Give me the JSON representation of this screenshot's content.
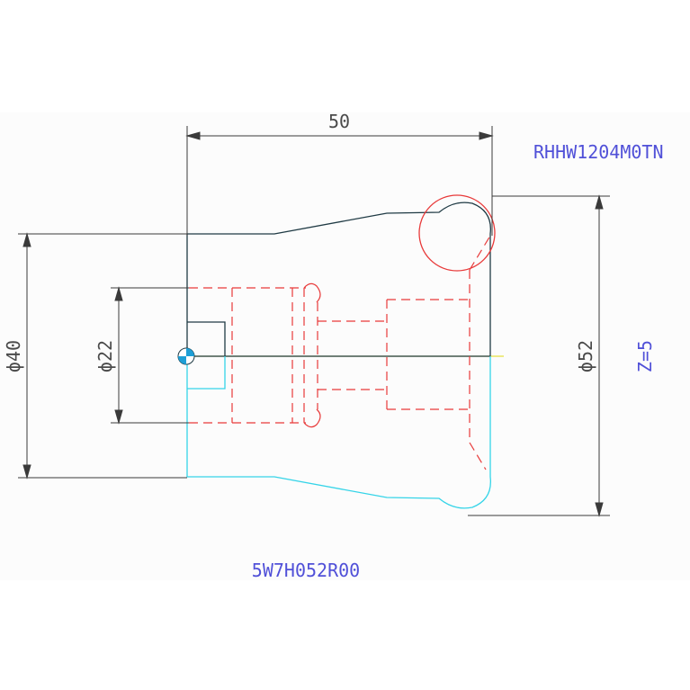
{
  "drawing": {
    "dimensions": {
      "length": "50",
      "diameter_outer": "ϕ40",
      "diameter_inner": "ϕ22",
      "diameter_cutter": "ϕ52"
    },
    "labels": {
      "insert_code": "RHHW1204M0TN",
      "teeth_count": "Z=5",
      "part_code": "5W7H052R00"
    },
    "colors": {
      "background_band": "#fefefe",
      "outline_dark": "#1f3a44",
      "outline_cyan": "#35d4e8",
      "hidden_red": "#e83a3a",
      "dimension": "#3a3a3a",
      "axis_yellow": "#e6e040",
      "text_blue": "#5050d8"
    }
  }
}
